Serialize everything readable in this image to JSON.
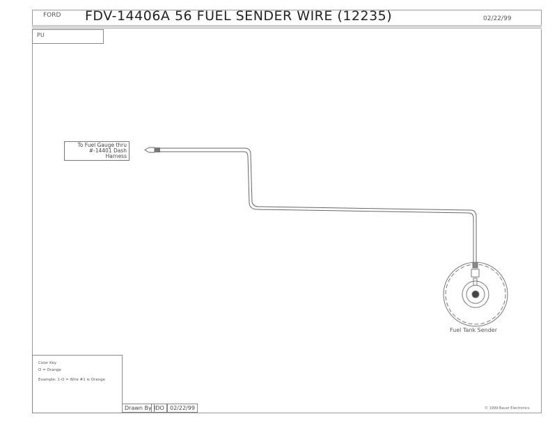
{
  "header": {
    "brand": "FORD",
    "title": "FDV-14406A  56 FUEL SENDER WIRE (12235)",
    "date": "02/22/99"
  },
  "vehicle_box": {
    "label": "PU"
  },
  "diagram": {
    "wire_label_line1": "To Fuel Gauge thru",
    "wire_label_line2": "#-14401 Dash Harness",
    "sender_label": "Fuel Tank Sender"
  },
  "color_key": {
    "title": "Color Key",
    "entry": "O = Orange",
    "example": "Example: 1-O = Wire #1 is Orange"
  },
  "title_block": {
    "drawn_by_label": "Drawn By",
    "drawn_by": "IDO",
    "date": "02/22/99"
  },
  "copyright": "© 1999 Bauer Electronics"
}
